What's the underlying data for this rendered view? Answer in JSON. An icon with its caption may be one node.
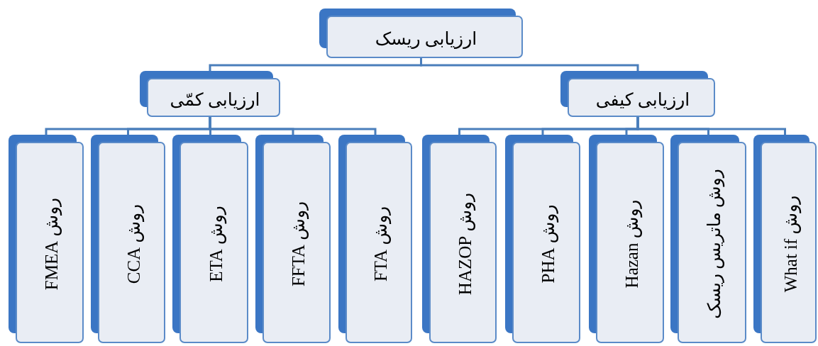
{
  "diagram": {
    "nodes": [
      {
        "text": [
          "ارزیابی ریسک"
        ]
      },
      {
        "text": [
          "ارزیابی کمّی"
        ]
      },
      {
        "text": [
          "ارزیابی کیفی"
        ]
      },
      {
        "text": [
          "روش FMEA"
        ]
      },
      {
        "text": [
          "روش CCA"
        ]
      },
      {
        "text": [
          "روش ETA"
        ]
      },
      {
        "text": [
          "روش FFTA"
        ]
      },
      {
        "text": [
          "روش FTA"
        ]
      },
      {
        "text": [
          "روش HAZOP"
        ]
      },
      {
        "text": [
          "روش PHA"
        ]
      },
      {
        "text": [
          "روش Hazan"
        ]
      },
      {
        "text": [
          "روش ماتریس ریسک"
        ]
      },
      {
        "text": [
          "روش What if"
        ]
      }
    ],
    "edges": [
      {
        "from": 0,
        "to": 1,
        "arrow": "none"
      },
      {
        "from": 0,
        "to": 2,
        "arrow": "none"
      },
      {
        "from": 1,
        "to": 3,
        "arrow": "none"
      },
      {
        "from": 1,
        "to": 4,
        "arrow": "none"
      },
      {
        "from": 1,
        "to": 5,
        "arrow": "none"
      },
      {
        "from": 1,
        "to": 6,
        "arrow": "none"
      },
      {
        "from": 1,
        "to": 7,
        "arrow": "none"
      },
      {
        "from": 2,
        "to": 8,
        "arrow": "none"
      },
      {
        "from": 2,
        "to": 9,
        "arrow": "none"
      },
      {
        "from": 2,
        "to": 10,
        "arrow": "none"
      },
      {
        "from": 2,
        "to": 11,
        "arrow": "none"
      },
      {
        "from": 2,
        "to": 12,
        "arrow": "none"
      }
    ]
  }
}
